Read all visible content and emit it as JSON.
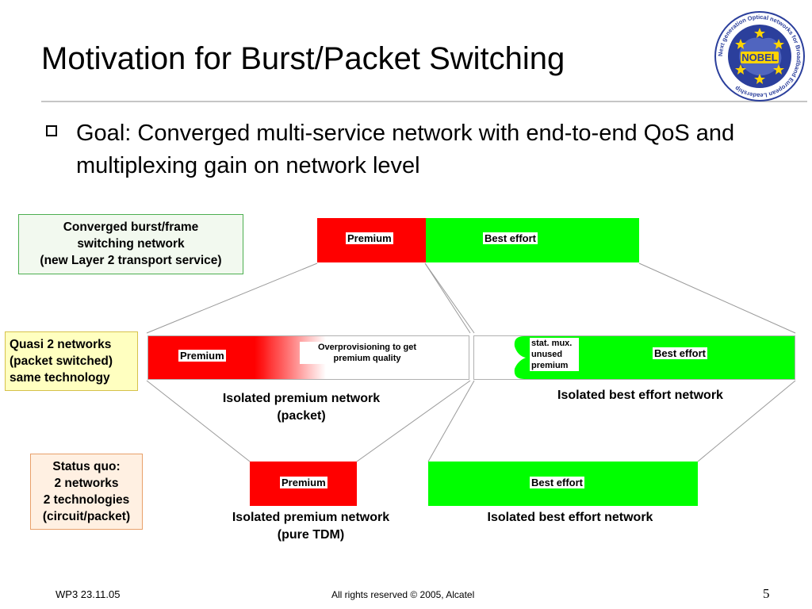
{
  "slide": {
    "title": "Motivation for Burst/Packet Switching",
    "bullet": "Goal: Converged multi-service network with end-to-end QoS and multiplexing gain on network level"
  },
  "logo": {
    "name": "NOBEL",
    "ring_text": "Next generation Optical networks for Broadband European Leadership"
  },
  "levels": {
    "converged": {
      "label_lines": [
        "Converged burst/frame",
        "switching network",
        "(new Layer 2 transport service)"
      ],
      "premium": "Premium",
      "best_effort": "Best effort"
    },
    "quasi": {
      "label_lines": [
        "Quasi 2 networks",
        "(packet switched)",
        "same technology"
      ],
      "premium": "Premium",
      "overprovisioning_lines": [
        "Overprovisioning to get",
        "premium quality"
      ],
      "premium_caption_lines": [
        "Isolated premium network",
        "(packet)"
      ],
      "statmux_lines": [
        "stat. mux.",
        "unused",
        "premium"
      ],
      "best_effort": "Best effort",
      "best_effort_caption": "Isolated best effort network"
    },
    "status_quo": {
      "label_lines": [
        "Status quo:",
        "2 networks",
        "2 technologies",
        "(circuit/packet)"
      ],
      "premium": "Premium",
      "premium_caption_lines": [
        "Isolated premium network",
        "(pure TDM)"
      ],
      "best_effort": "Best effort",
      "best_effort_caption": "Isolated best effort network"
    }
  },
  "footer": {
    "left": "WP3 23.11.05",
    "center": "All rights reserved © 2005, Alcatel",
    "page": "5"
  },
  "colors": {
    "premium": "#ff0000",
    "best_effort": "#00ff00"
  }
}
